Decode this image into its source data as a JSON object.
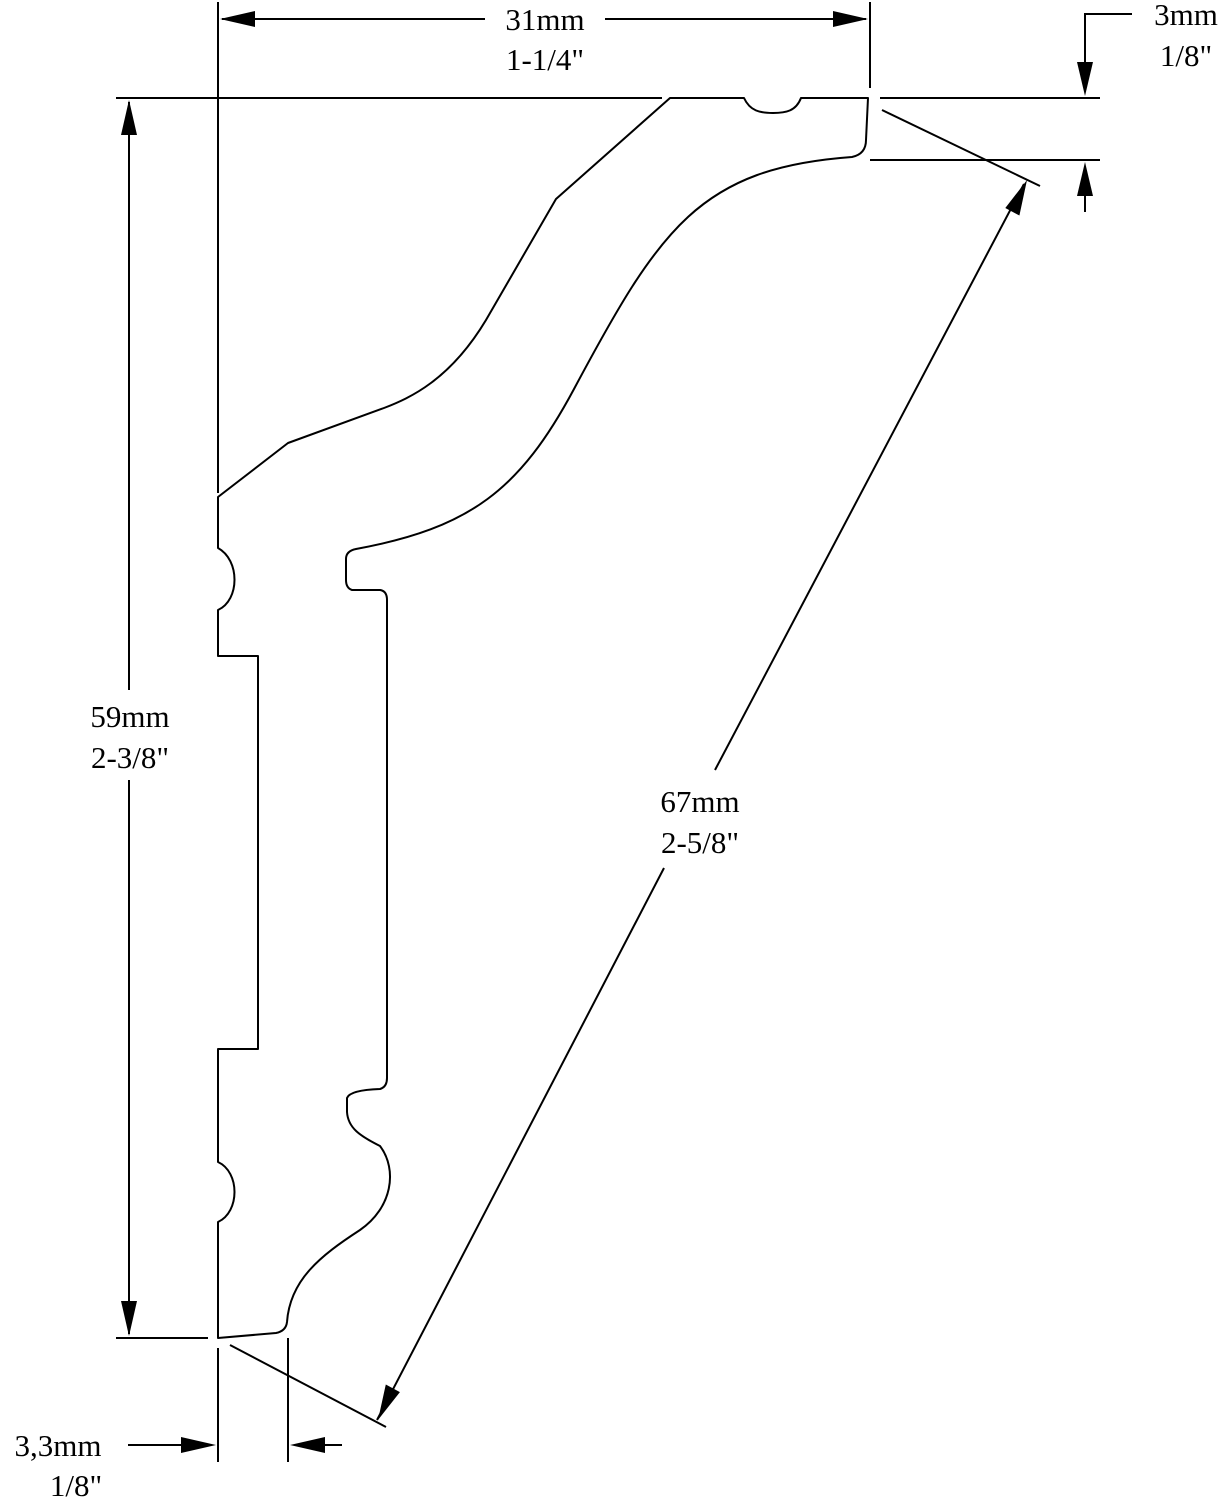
{
  "diagram": {
    "dimensions": {
      "top_width": {
        "metric": "31mm",
        "imperial": "1-1/4\""
      },
      "top_offset": {
        "metric": "3mm",
        "imperial": "1/8\""
      },
      "height": {
        "metric": "59mm",
        "imperial": "2-3/8\""
      },
      "diagonal": {
        "metric": "67mm",
        "imperial": "2-5/8\""
      },
      "bottom_offset": {
        "metric": "3,3mm",
        "imperial": "1/8\""
      }
    }
  }
}
